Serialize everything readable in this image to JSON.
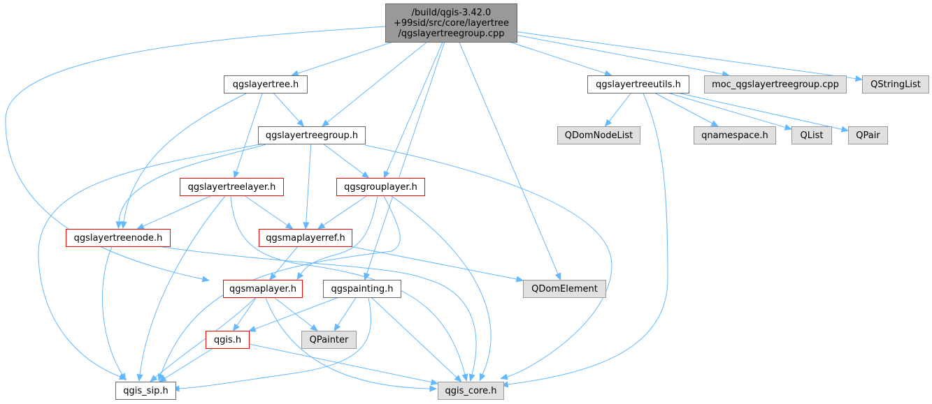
{
  "colors": {
    "edge": "#63b8ff",
    "root_fill": "#999999",
    "root_border": "#666666",
    "normal_fill": "#ffffff",
    "normal_border": "#666666",
    "external_fill": "#e0e0e0",
    "external_border": "#999999",
    "truncated_border": "#ff0000"
  },
  "nodes": {
    "root": {
      "lines": [
        "/build/qgis-3.42.0",
        "+99sid/src/core/layertree",
        "/qgslayertreegroup.cpp"
      ],
      "kind": "root"
    },
    "layertree": {
      "lines": [
        "qgslayertree.h"
      ],
      "kind": "normal"
    },
    "layertreegroup": {
      "lines": [
        "qgslayertreegroup.h"
      ],
      "kind": "normal"
    },
    "layertreelayer": {
      "lines": [
        "qgslayertreelayer.h"
      ],
      "kind": "truncated"
    },
    "grouplayer": {
      "lines": [
        "qgsgrouplayer.h"
      ],
      "kind": "truncated"
    },
    "layertreenode": {
      "lines": [
        "qgslayertreenode.h"
      ],
      "kind": "truncated"
    },
    "maplayerref": {
      "lines": [
        "qgsmaplayerref.h"
      ],
      "kind": "truncated"
    },
    "maplayer": {
      "lines": [
        "qgsmaplayer.h"
      ],
      "kind": "truncated"
    },
    "painting": {
      "lines": [
        "qgspainting.h"
      ],
      "kind": "normal"
    },
    "qgis": {
      "lines": [
        "qgis.h"
      ],
      "kind": "truncated"
    },
    "qpainter": {
      "lines": [
        "QPainter"
      ],
      "kind": "external"
    },
    "qgissip": {
      "lines": [
        "qgis_sip.h"
      ],
      "kind": "normal"
    },
    "qgiscore": {
      "lines": [
        "qgis_core.h"
      ],
      "kind": "external"
    },
    "qdomelement": {
      "lines": [
        "QDomElement"
      ],
      "kind": "external"
    },
    "treeutils": {
      "lines": [
        "qgslayertreeutils.h"
      ],
      "kind": "normal"
    },
    "moc": {
      "lines": [
        "moc_qgslayertreegroup.cpp"
      ],
      "kind": "external"
    },
    "qstringlist": {
      "lines": [
        "QStringList"
      ],
      "kind": "external"
    },
    "qdomnodelist": {
      "lines": [
        "QDomNodeList"
      ],
      "kind": "external"
    },
    "qnamespace": {
      "lines": [
        "qnamespace.h"
      ],
      "kind": "external"
    },
    "qlist": {
      "lines": [
        "QList"
      ],
      "kind": "external"
    },
    "qpair": {
      "lines": [
        "QPair"
      ],
      "kind": "external"
    }
  },
  "edges": [
    [
      "root",
      "layertree"
    ],
    [
      "root",
      "layertreegroup"
    ],
    [
      "root",
      "grouplayer"
    ],
    [
      "root",
      "maplayer"
    ],
    [
      "root",
      "painting"
    ],
    [
      "root",
      "qdomelement"
    ],
    [
      "root",
      "treeutils"
    ],
    [
      "root",
      "moc"
    ],
    [
      "root",
      "qstringlist"
    ],
    [
      "layertree",
      "layertreegroup"
    ],
    [
      "layertree",
      "layertreelayer"
    ],
    [
      "layertree",
      "layertreenode"
    ],
    [
      "layertreegroup",
      "grouplayer"
    ],
    [
      "layertreegroup",
      "maplayerref"
    ],
    [
      "layertreegroup",
      "layertreenode"
    ],
    [
      "layertreegroup",
      "qgissip"
    ],
    [
      "layertreegroup",
      "qgiscore"
    ],
    [
      "layertreelayer",
      "layertreenode"
    ],
    [
      "layertreelayer",
      "maplayerref"
    ],
    [
      "layertreelayer",
      "qgissip"
    ],
    [
      "layertreelayer",
      "qgiscore"
    ],
    [
      "grouplayer",
      "maplayerref"
    ],
    [
      "grouplayer",
      "maplayer"
    ],
    [
      "grouplayer",
      "qgissip"
    ],
    [
      "grouplayer",
      "qgiscore"
    ],
    [
      "layertreenode",
      "qgissip"
    ],
    [
      "layertreenode",
      "qgiscore"
    ],
    [
      "maplayerref",
      "maplayer"
    ],
    [
      "maplayerref",
      "qdomelement"
    ],
    [
      "maplayer",
      "qgis"
    ],
    [
      "maplayer",
      "qpainter"
    ],
    [
      "maplayer",
      "qgissip"
    ],
    [
      "maplayer",
      "qgiscore"
    ],
    [
      "painting",
      "qgis"
    ],
    [
      "painting",
      "qpainter"
    ],
    [
      "painting",
      "qgissip"
    ],
    [
      "painting",
      "qgiscore"
    ],
    [
      "qgis",
      "qgissip"
    ],
    [
      "qgis",
      "qgiscore"
    ],
    [
      "treeutils",
      "qdomnodelist"
    ],
    [
      "treeutils",
      "qnamespace"
    ],
    [
      "treeutils",
      "qlist"
    ],
    [
      "treeutils",
      "qpair"
    ],
    [
      "treeutils",
      "qgiscore"
    ]
  ]
}
